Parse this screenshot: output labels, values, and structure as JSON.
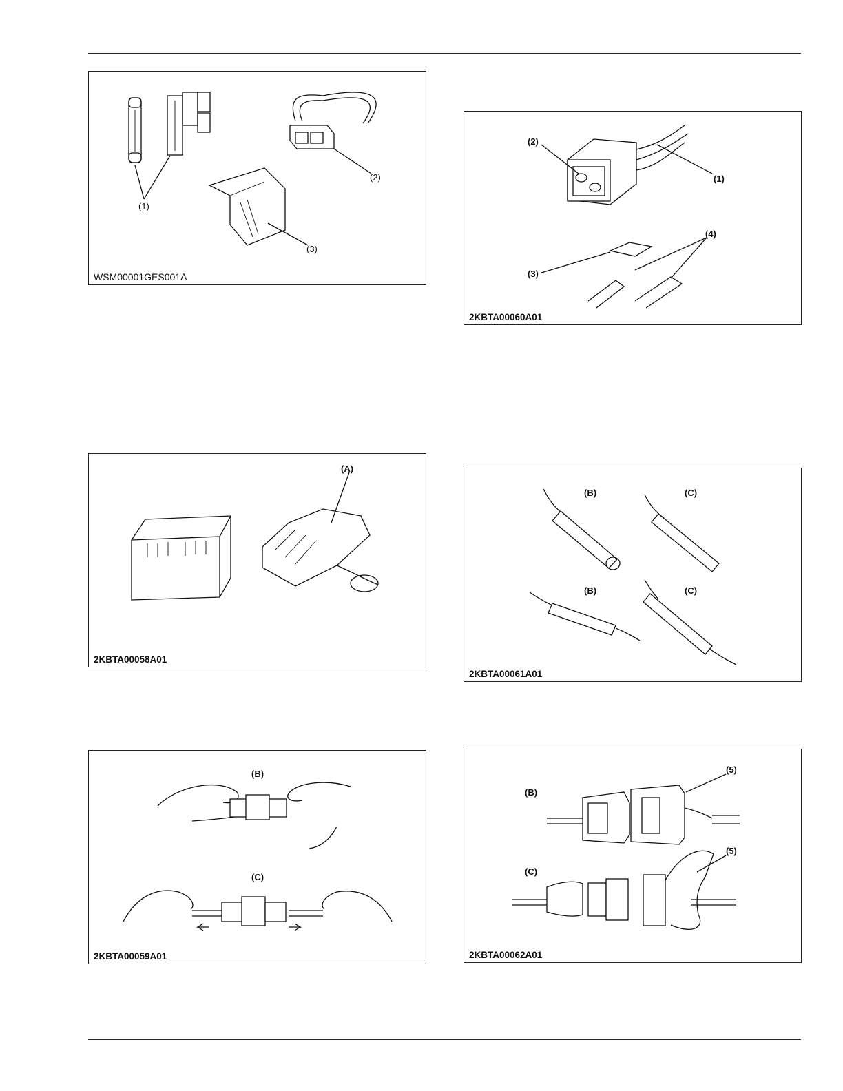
{
  "figures": [
    {
      "id": "WSM00001GES001A",
      "labels": [
        "(1)",
        "(2)",
        "(3)"
      ]
    },
    {
      "id": "2KBTA00060A01",
      "labels": [
        "(1)",
        "(2)",
        "(3)",
        "(4)"
      ]
    },
    {
      "id": "2KBTA00058A01",
      "labels": [
        "(A)"
      ]
    },
    {
      "id": "2KBTA00061A01",
      "labels": [
        "(B)",
        "(C)",
        "(B)",
        "(C)"
      ]
    },
    {
      "id": "2KBTA00059A01",
      "labels": [
        "(B)",
        "(C)"
      ]
    },
    {
      "id": "2KBTA00062A01",
      "labels": [
        "(B)",
        "(5)",
        "(C)",
        "(5)"
      ]
    }
  ]
}
